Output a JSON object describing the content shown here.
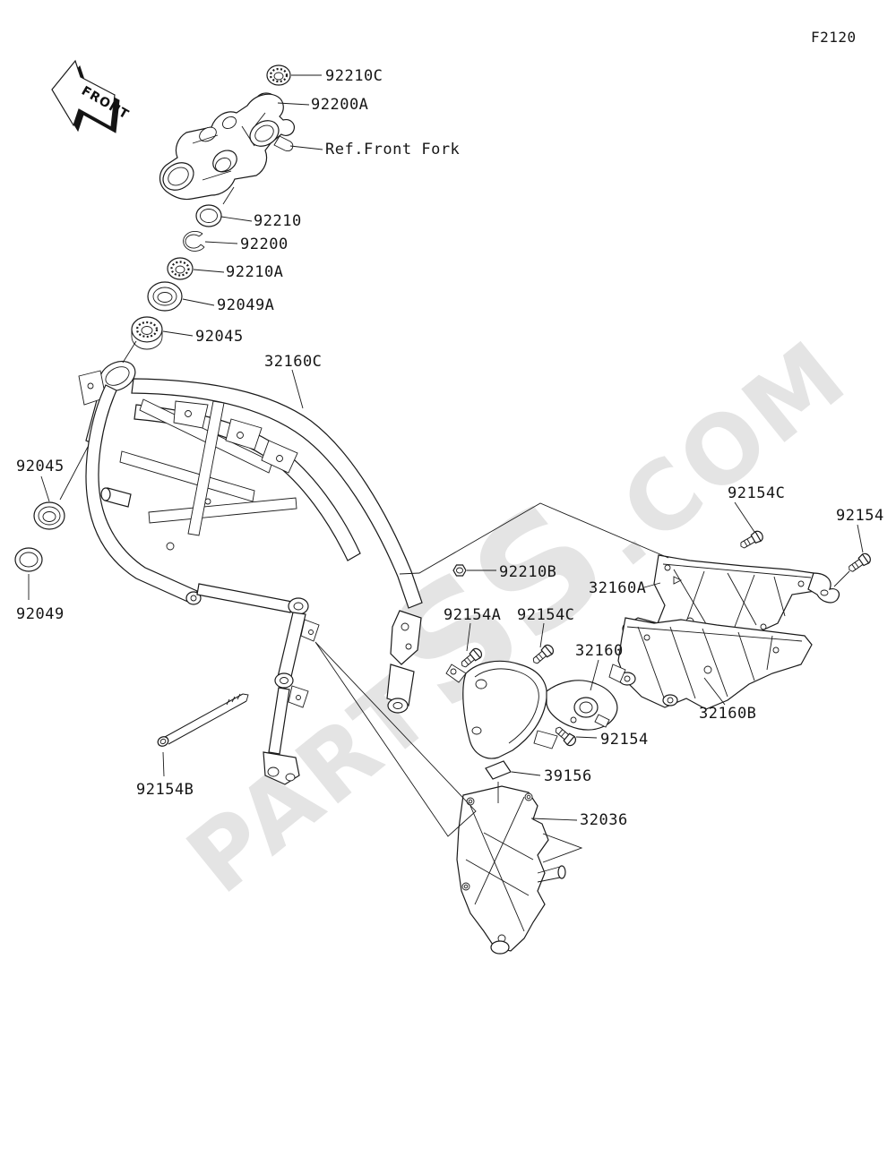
{
  "page": {
    "code": "F2120"
  },
  "front_indicator": {
    "label": "FRONT"
  },
  "watermark": {
    "part1": "PART",
    "part2": "SS",
    "part3": ".COM"
  },
  "callouts": {
    "c92210C": "92210C",
    "c92200A": "92200A",
    "ref_front_fork": "Ref.Front Fork",
    "c92210": "92210",
    "c92200": "92200",
    "c92210A": "92210A",
    "c92049A": "92049A",
    "c92045_top": "92045",
    "c32160C": "32160C",
    "c92045_left": "92045",
    "c92049": "92049",
    "c92210B": "92210B",
    "c32160A": "32160A",
    "c92154C_right": "92154C",
    "c92154_right": "92154",
    "c92154A": "92154A",
    "c92154C_mid": "92154C",
    "c32160": "32160",
    "c32160B": "32160B",
    "c92154_mid": "92154",
    "c39156": "39156",
    "c32036": "32036",
    "c92154B": "92154B"
  }
}
